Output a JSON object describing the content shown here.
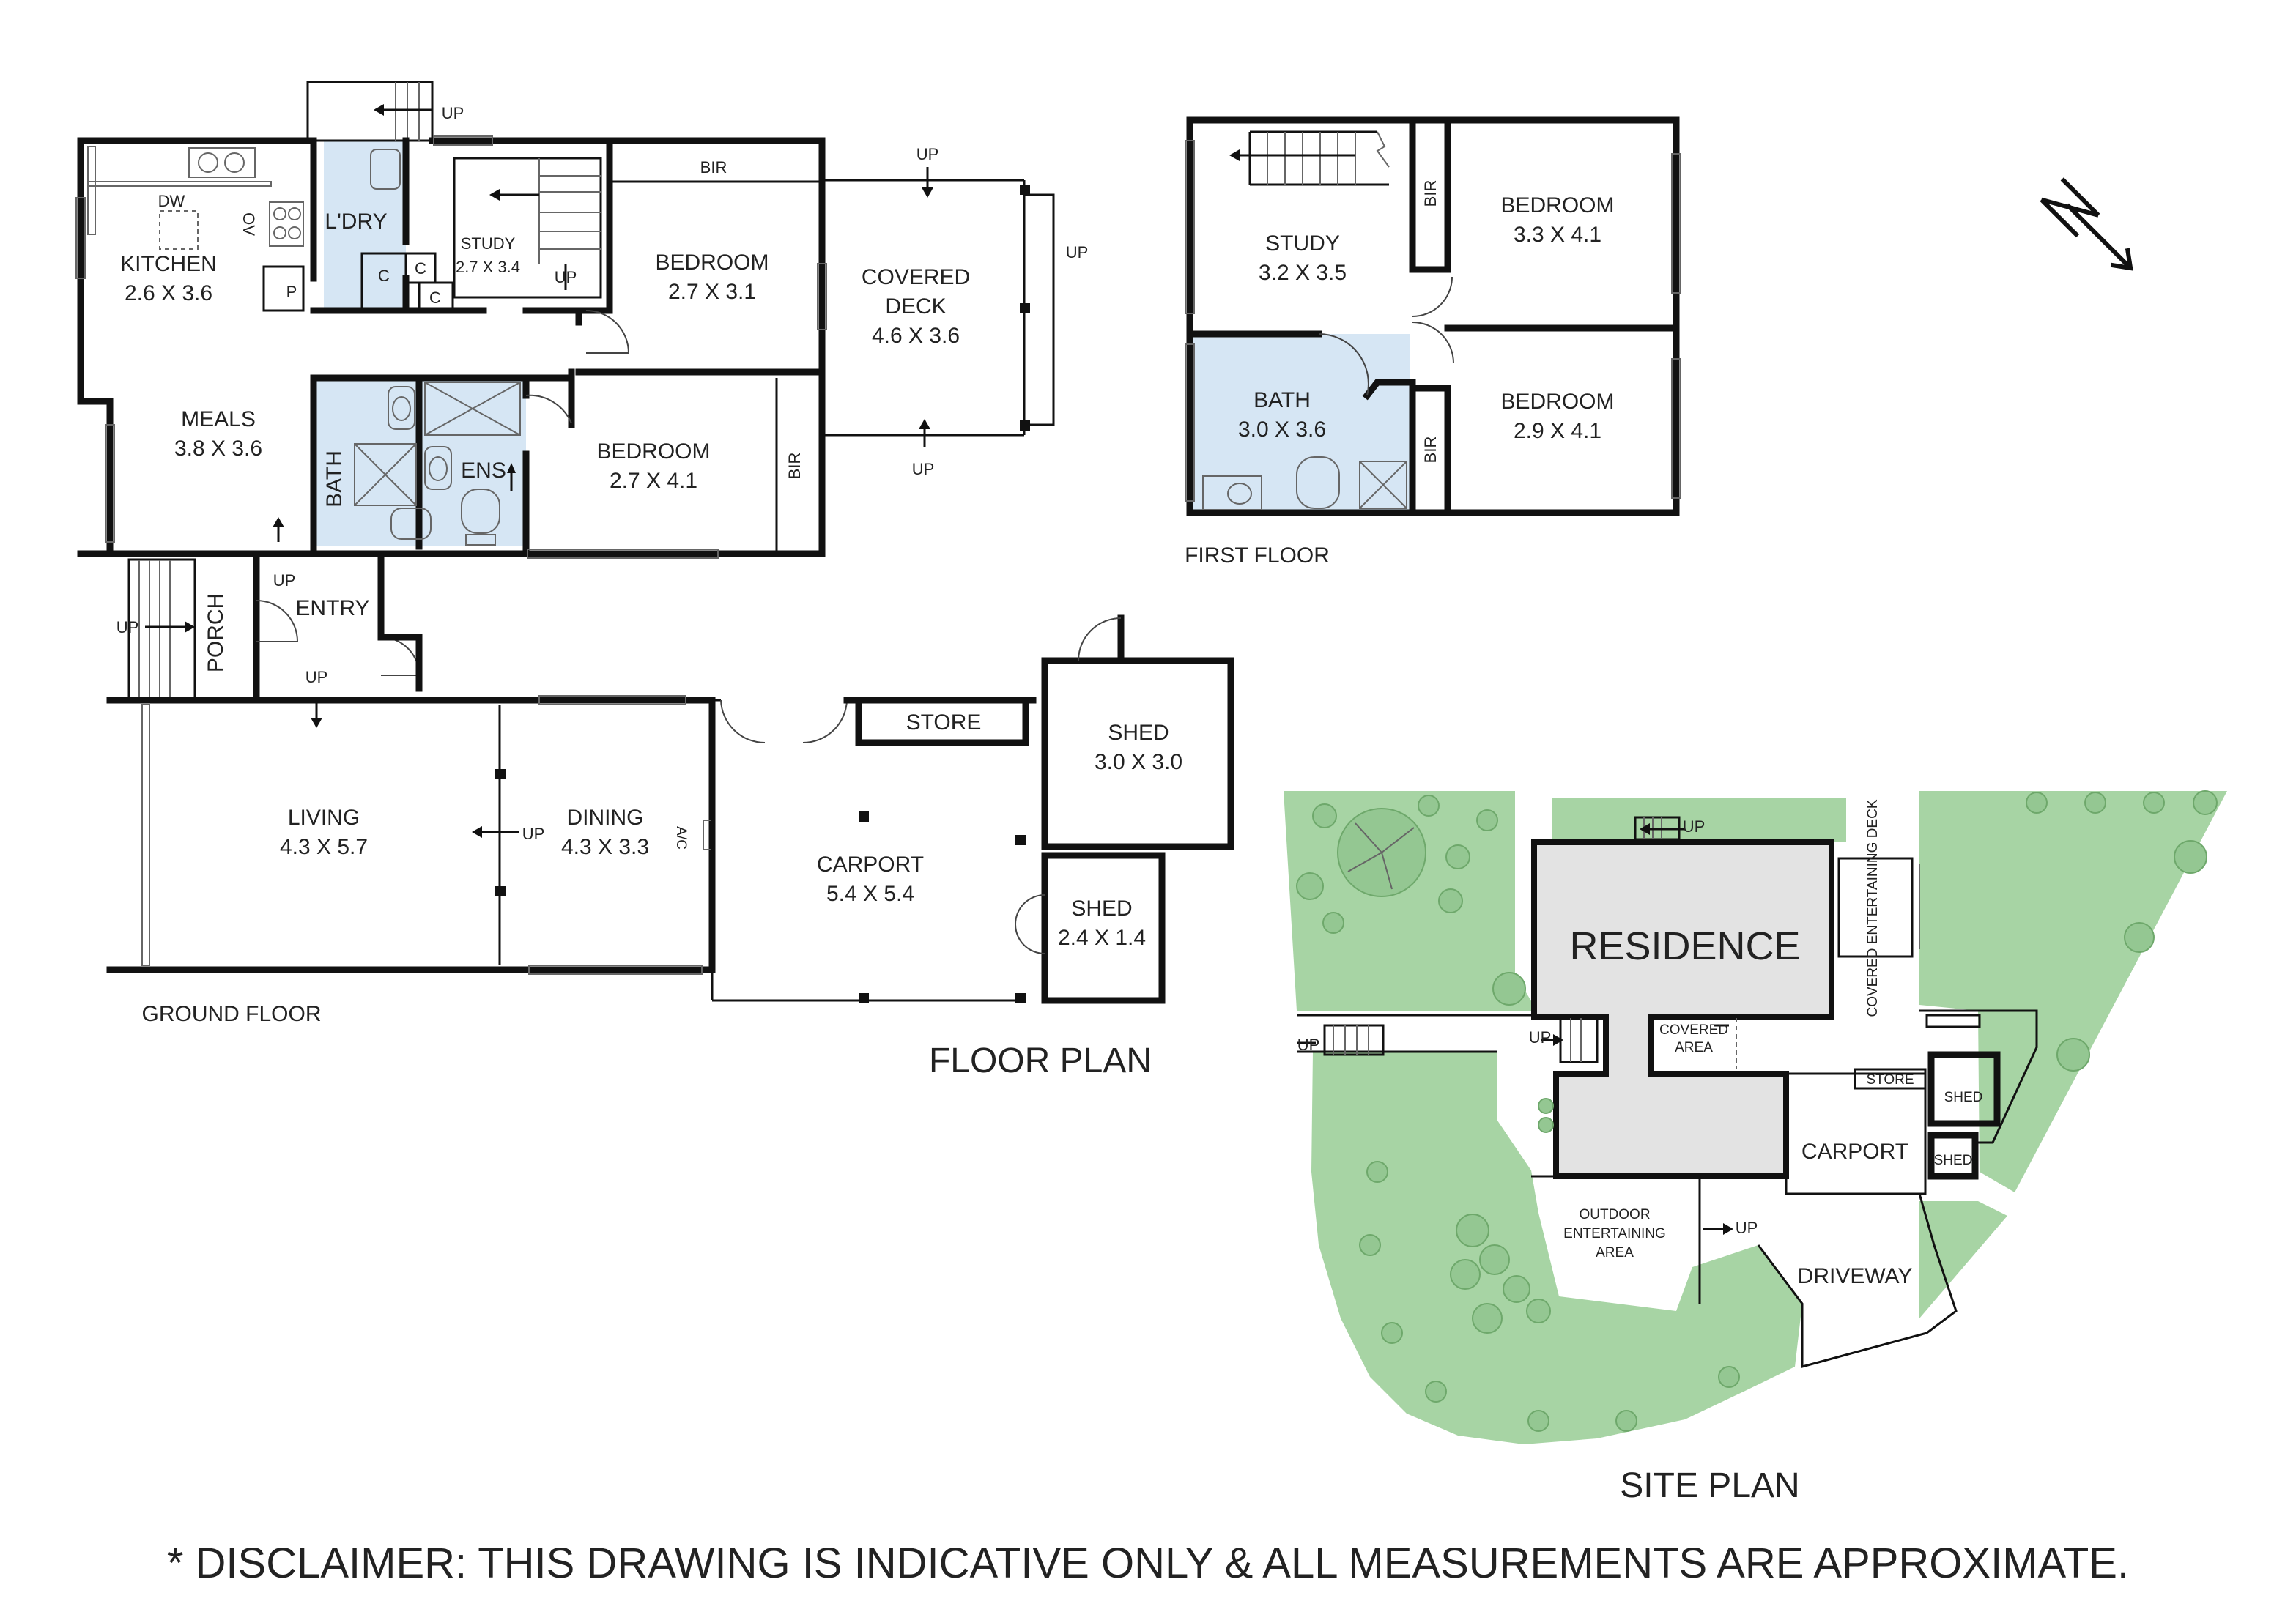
{
  "title": "FLOOR PLAN",
  "disclaimer": "* DISCLAIMER: THIS DRAWING IS INDICATIVE ONLY & ALL MEASUREMENTS ARE APPROXIMATE.",
  "ground_floor": {
    "label": "GROUND FLOOR",
    "rooms": {
      "kitchen": {
        "name": "KITCHEN",
        "size": "2.6 X 3.6"
      },
      "laundry": {
        "name": "L'DRY"
      },
      "study": {
        "name": "STUDY",
        "size": "2.7 X 3.4"
      },
      "bedroom1": {
        "name": "BEDROOM",
        "size": "2.7 X 3.1"
      },
      "covered_deck": {
        "name": "COVERED",
        "name2": "DECK",
        "size": "4.6 X 3.6"
      },
      "meals": {
        "name": "MEALS",
        "size": "3.8 X 3.6"
      },
      "bath": {
        "name": "BATH"
      },
      "ensuite": {
        "name": "ENS"
      },
      "bedroom2": {
        "name": "BEDROOM",
        "size": "2.7 X 4.1"
      },
      "entry": {
        "name": "ENTRY"
      },
      "porch": {
        "name": "PORCH"
      },
      "living": {
        "name": "LIVING",
        "size": "4.3 X 5.7"
      },
      "dining": {
        "name": "DINING",
        "size": "4.3 X 3.3"
      },
      "carport": {
        "name": "CARPORT",
        "size": "5.4 X 5.4"
      },
      "store": {
        "name": "STORE"
      },
      "shed1": {
        "name": "SHED",
        "size": "3.0 X 3.0"
      },
      "shed2": {
        "name": "SHED",
        "size": "2.4 X 1.4"
      }
    },
    "fixtures": {
      "dw": "DW",
      "ov": "OV",
      "pantry": "P",
      "cupboard": "C",
      "bir": "BIR",
      "ac": "A/C",
      "up": "UP"
    }
  },
  "first_floor": {
    "label": "FIRST FLOOR",
    "rooms": {
      "study": {
        "name": "STUDY",
        "size": "3.2 X 3.5"
      },
      "bedroom1": {
        "name": "BEDROOM",
        "size": "3.3 X 4.1"
      },
      "bath": {
        "name": "BATH",
        "size": "3.0 X 3.6"
      },
      "bedroom2": {
        "name": "BEDROOM",
        "size": "2.9 X 4.1"
      }
    },
    "fixtures": {
      "bir": "BIR"
    }
  },
  "site_plan": {
    "label": "SITE PLAN",
    "residence": "RESIDENCE",
    "covered_deck": "COVERED ENTERTAINING DECK",
    "covered_area": [
      "COVERED",
      "AREA"
    ],
    "store": "STORE",
    "shed": "SHED",
    "carport": "CARPORT",
    "outdoor": [
      "OUTDOOR",
      "ENTERTAINING",
      "AREA"
    ],
    "driveway": "DRIVEWAY",
    "up": "UP"
  },
  "compass": {
    "letter": "N"
  },
  "colors": {
    "wet_areas": "#d6e6f4",
    "lawn": "#a7d4a4",
    "residence": "#e3e3e3",
    "walls": "#111111"
  }
}
